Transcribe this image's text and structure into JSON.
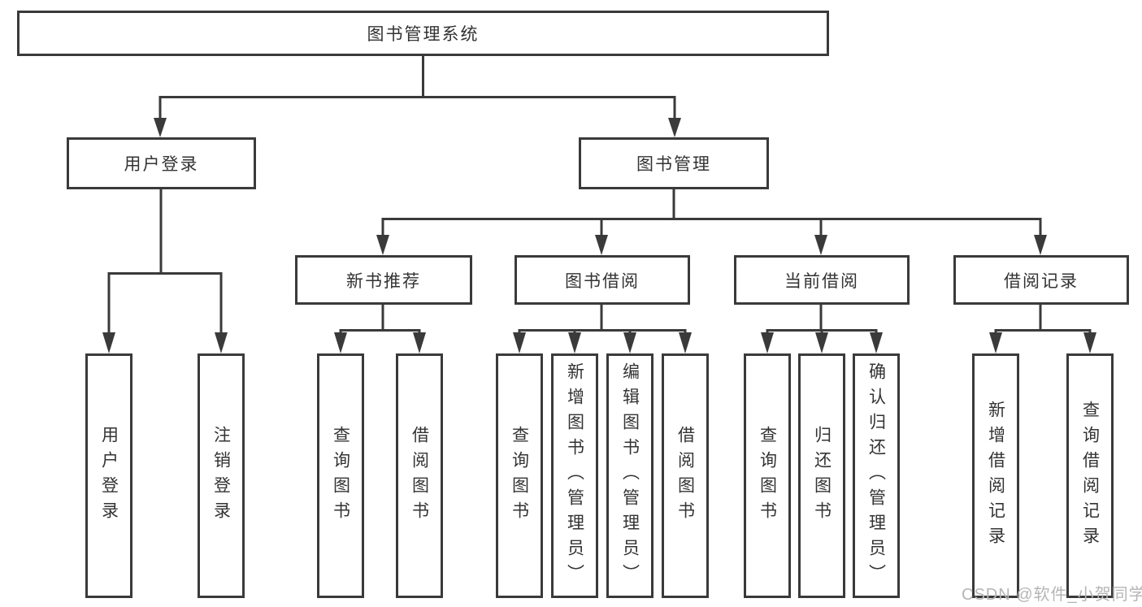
{
  "colors": {
    "line": "#3a3a3a",
    "text": "#333333",
    "canvas": "#ffffff",
    "watermark": "#b5b5b5"
  },
  "watermark": {
    "text": "CSDN @软件_小贺同学"
  },
  "tree": {
    "root": "图书管理系统",
    "branches": [
      {
        "label": "用户登录",
        "children": [
          "用户登录",
          "注销登录"
        ]
      },
      {
        "label": "图书管理",
        "sections": [
          {
            "label": "新书推荐",
            "children": [
              "查询图书",
              "借阅图书"
            ]
          },
          {
            "label": "图书借阅",
            "children": [
              "查询图书",
              "新增图书（管理员）",
              "编辑图书（管理员）",
              "借阅图书"
            ]
          },
          {
            "label": "当前借阅",
            "children": [
              "查询图书",
              "归还图书",
              "确认归还（管理员）"
            ]
          },
          {
            "label": "借阅记录",
            "children": [
              "新增借阅记录",
              "查询借阅记录"
            ]
          }
        ]
      }
    ]
  }
}
